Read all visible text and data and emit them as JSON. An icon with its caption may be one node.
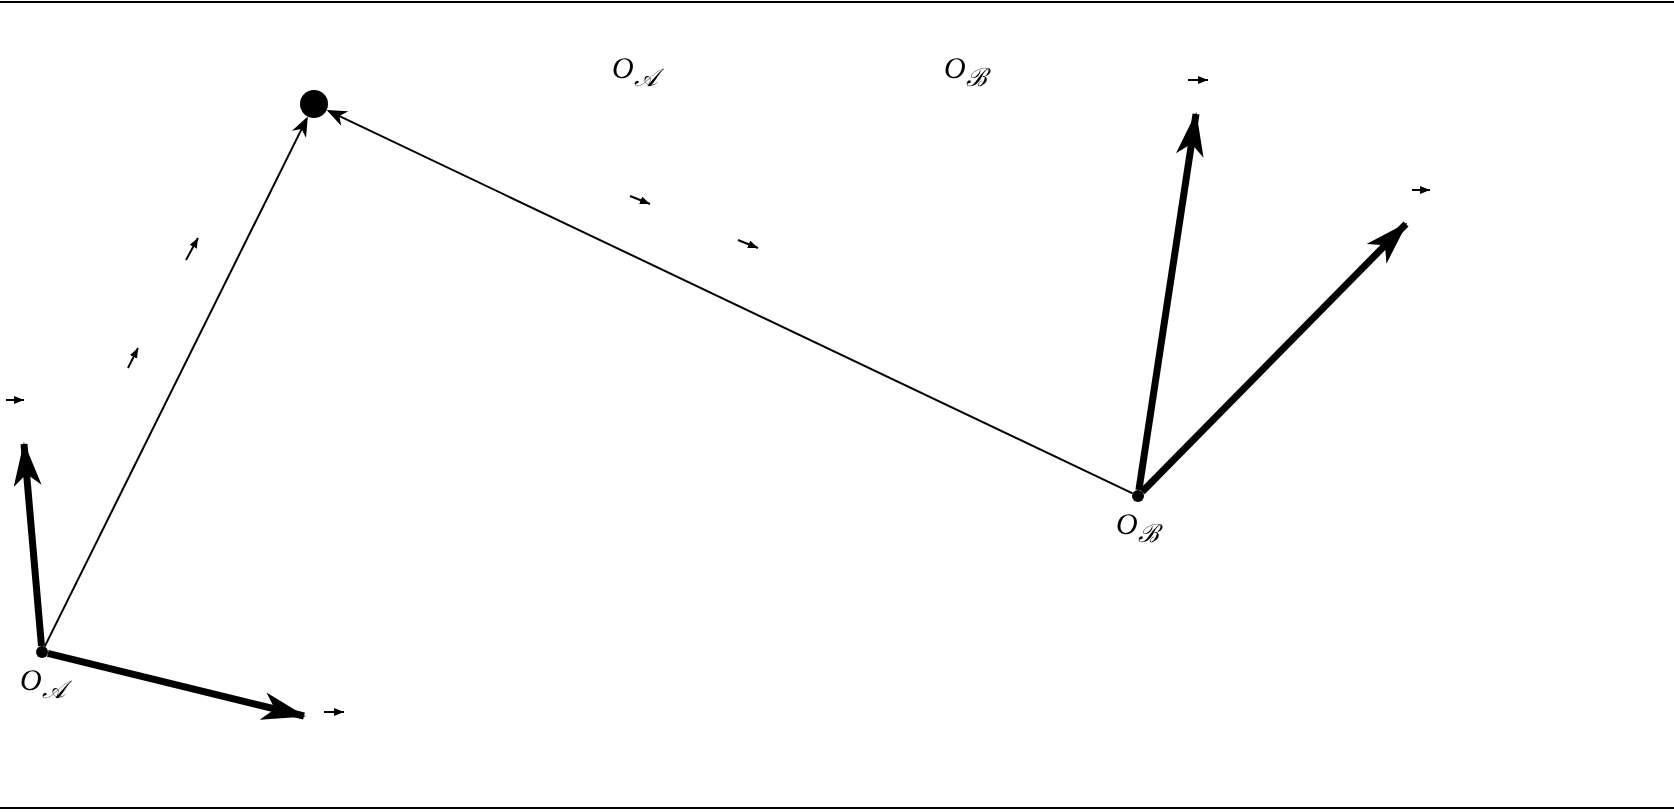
{
  "diagram": {
    "nodes": [
      {
        "text": [],
        "shape": "circle"
      },
      {
        "text": [
          "O$_{𝒜}$"
        ]
      },
      {
        "text": [
          "O$_{ℬ}$"
        ]
      }
    ],
    "edges": [
      {
        "from": 1,
        "to": 0,
        "arrow": "to"
      },
      {
        "from": 2,
        "to": 0,
        "arrow": "to"
      },
      {
        "from": 1,
        "to": null,
        "arrow": "to"
      },
      {
        "from": 1,
        "to": null,
        "arrow": "to"
      },
      {
        "from": 2,
        "to": null,
        "arrow": "to"
      },
      {
        "from": 2,
        "to": null,
        "arrow": "to"
      }
    ],
    "labels": [
      "O$_{𝒜}$",
      "O$_{ℬ}$"
    ]
  }
}
